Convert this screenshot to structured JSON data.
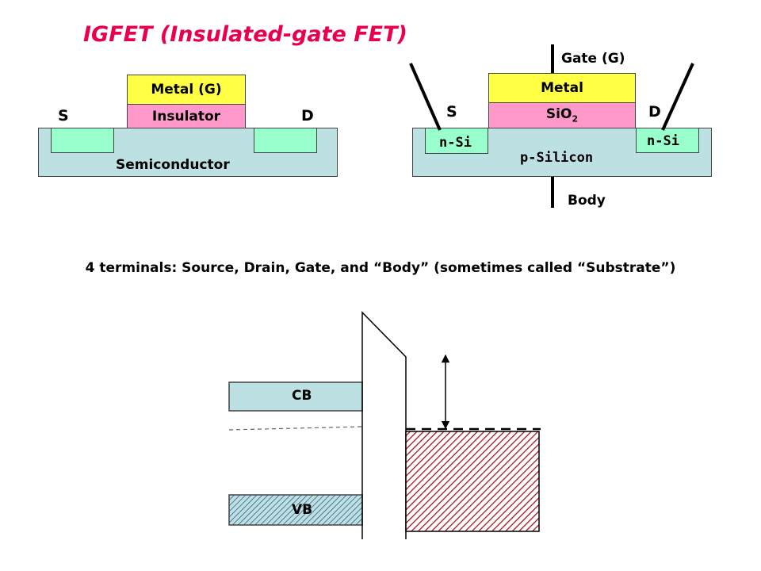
{
  "title": "IGFET (Insulated-gate FET)",
  "left_device": {
    "gate": "Metal (G)",
    "insulator": "Insulator",
    "substrate": "Semiconductor",
    "source": "S",
    "drain": "D"
  },
  "right_device": {
    "gate_terminal": "Gate (G)",
    "gate": "Metal",
    "oxide_base": "SiO",
    "oxide_sub": "2",
    "substrate": "p-Silicon",
    "source_region": "n-Si",
    "drain_region": "n-Si",
    "source": "S",
    "drain": "D",
    "body": "Body"
  },
  "caption": "4 terminals: Source, Drain, Gate, and “Body” (sometimes called “Substrate”)",
  "band_diagram": {
    "conduction_band": "CB",
    "valence_band": "VB"
  },
  "colors": {
    "title": "#e8004f",
    "metal": "#ffff44",
    "insulator": "#ff99cc",
    "semiconductor": "#bde0e2",
    "doped_region": "#99ffcc",
    "hatch_red": "#a8141e"
  }
}
